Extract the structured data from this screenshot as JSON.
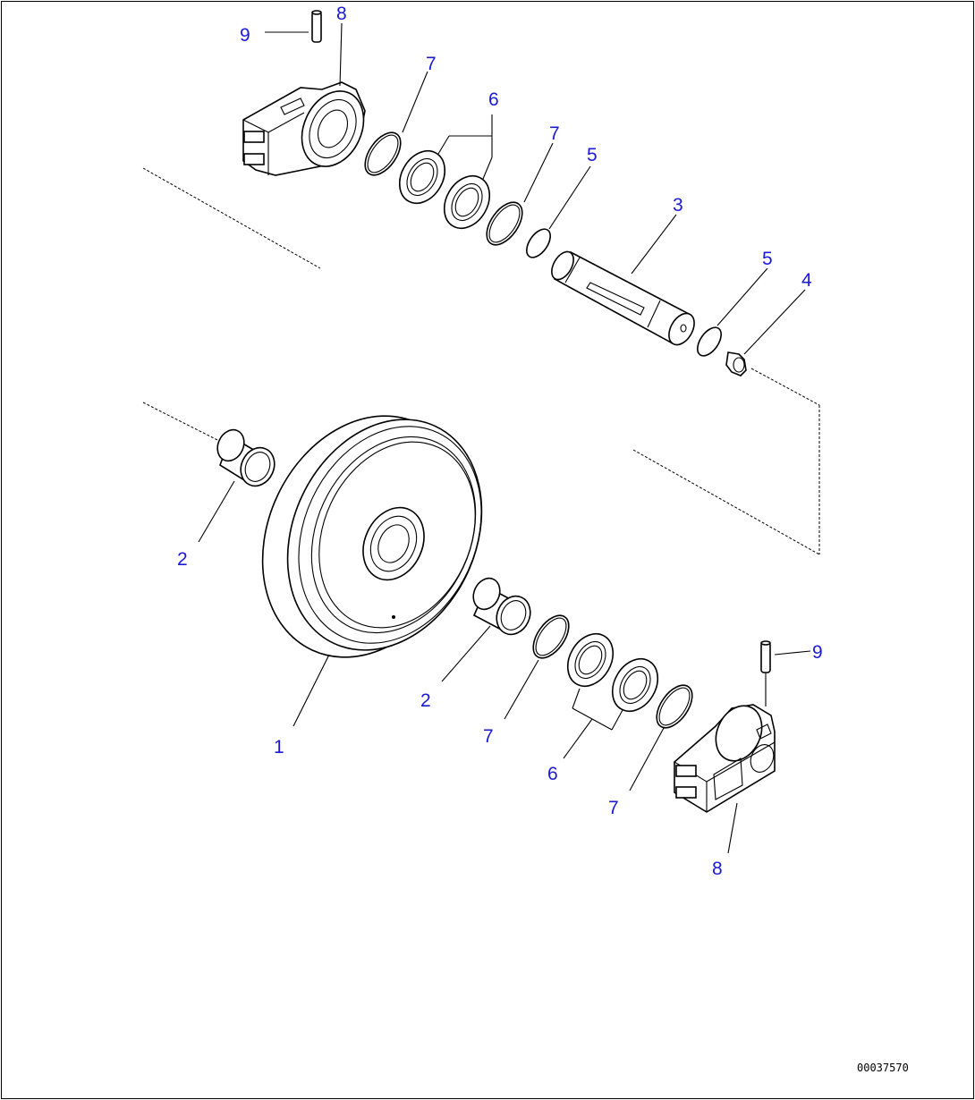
{
  "colors": {
    "callout": "#1a1ad6",
    "line": "#000000",
    "background": "#ffffff"
  },
  "callouts": {
    "c1": "1",
    "c2a": "2",
    "c2b": "2",
    "c3": "3",
    "c4": "4",
    "c5a": "5",
    "c5b": "5",
    "c6a": "6",
    "c6b": "6",
    "c7a": "7",
    "c7b": "7",
    "c7c": "7",
    "c7d": "7",
    "c8a": "8",
    "c8b": "8",
    "c9a": "9",
    "c9b": "9"
  },
  "document_number": "00037570"
}
